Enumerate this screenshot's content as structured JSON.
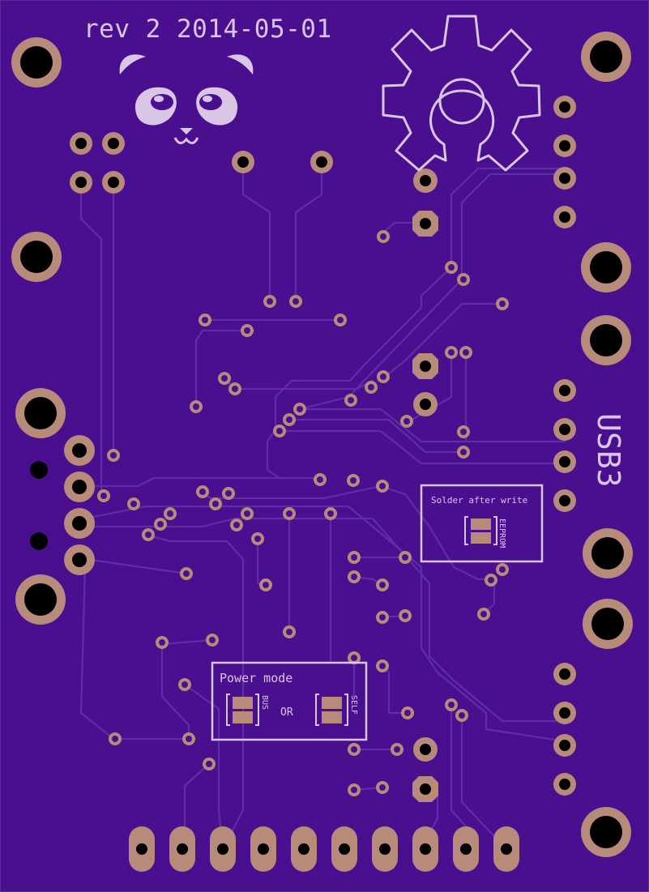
{
  "board": {
    "revision_text": "rev 2 2014-05-01",
    "connector_label": "USB3",
    "colors": {
      "substrate": "#4a0f8f",
      "trace": "#5a2aa0",
      "silkscreen": "#d9c6e6",
      "copper_pad": "#b88a7a",
      "hole": "#000000"
    }
  },
  "eeprom_box": {
    "title": "Solder after write",
    "jumper_label": "EEPROM"
  },
  "power_box": {
    "title": "Power mode",
    "bus_label": "BUS",
    "or_label": "OR",
    "self_label": "SELF"
  },
  "logos": {
    "left": "panda-logo",
    "right": "open-source-hardware-gear-logo"
  }
}
